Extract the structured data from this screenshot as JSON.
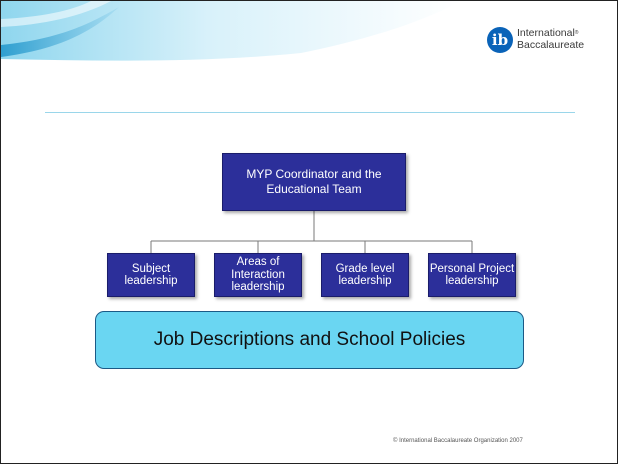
{
  "logo": {
    "line1": "International",
    "line2": "Baccalaureate",
    "mark": "ib",
    "mark_color": "#0a63b8"
  },
  "diagram": {
    "top": "MYP Coordinator and the Educational Team",
    "leaves": [
      "Subject leadership",
      "Areas of Interaction leadership",
      "Grade level leadership",
      "Personal Project leadership"
    ],
    "bottom": "Job Descriptions and School Policies"
  },
  "colors": {
    "box_fill": "#2c2f9a",
    "policy_fill": "#6ad6f2",
    "rule": "#9ad6ea",
    "banner": "#bfe8f6"
  },
  "footer": {
    "copyright": "© International Baccalaureate Organization 2007"
  }
}
